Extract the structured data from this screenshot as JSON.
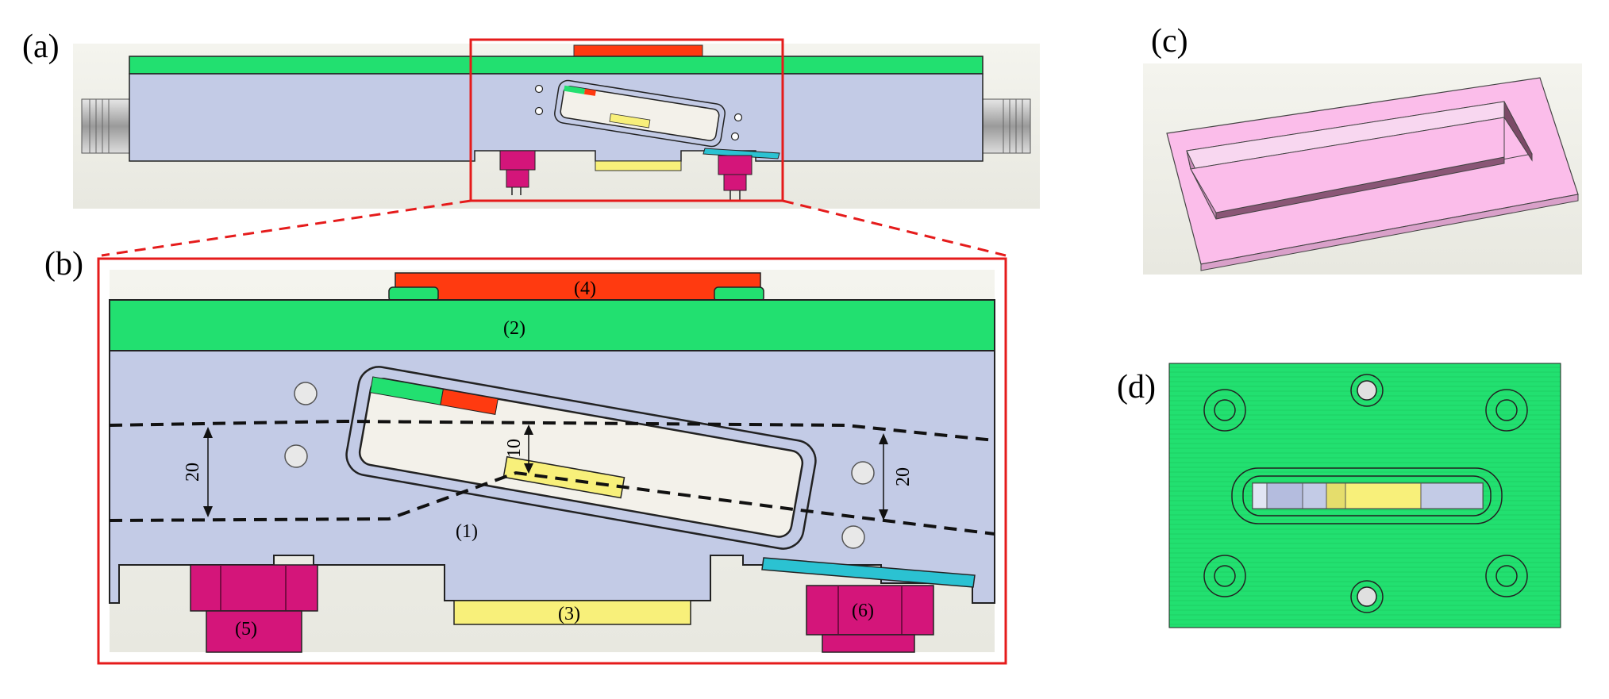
{
  "panels": {
    "a": {
      "label": "(a)"
    },
    "b": {
      "label": "(b)"
    },
    "c": {
      "label": "(c)"
    },
    "d": {
      "label": "(d)"
    }
  },
  "parts": {
    "p1": "(1)",
    "p2": "(2)",
    "p3": "(3)",
    "p4": "(4)",
    "p5": "(5)",
    "p6": "(6)"
  },
  "dimensions": {
    "left_gap": "20",
    "center_gap": "10",
    "right_gap": "20"
  },
  "colors": {
    "housing": "#c3cbe6",
    "flange_green": "#22e070",
    "top_red": "#ff3a10",
    "fixture_yellow": "#f8f07a",
    "connector_magenta": "#d4157a",
    "plate_cyan": "#2bc2d2",
    "insert_pink": "#fbbdea",
    "highlight_frame": "#e51b1b"
  }
}
